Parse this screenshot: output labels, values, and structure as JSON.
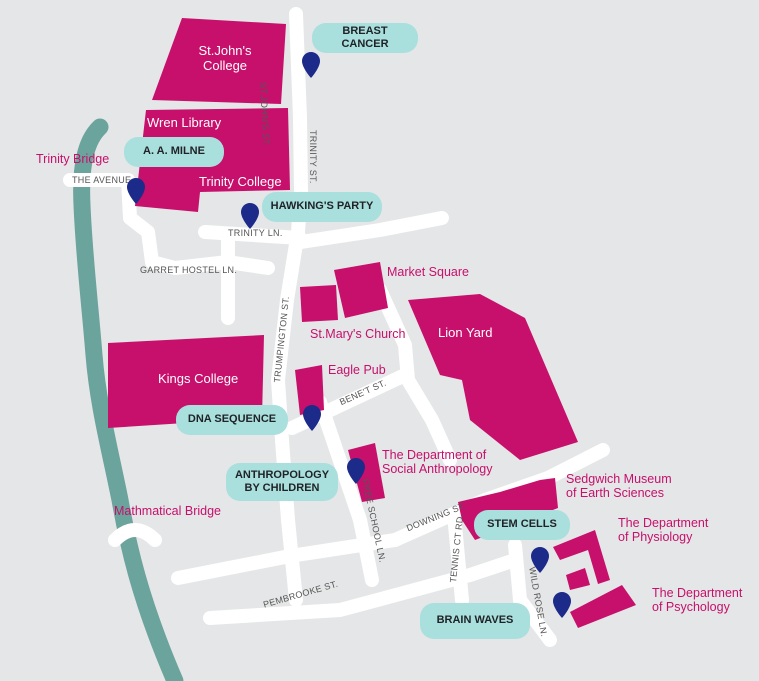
{
  "buildings": {
    "st_johns": "St.John's\nCollege",
    "wren_library": "Wren Library",
    "trinity_college": "Trinity College",
    "kings_college": "Kings College",
    "lion_yard": "Lion Yard"
  },
  "places": {
    "trinity_bridge": "Trinity Bridge",
    "market_square": "Market Square",
    "st_marys_church": "St.Mary's Church",
    "eagle_pub": "Eagle Pub",
    "social_anthropology": "The Department of\nSocial Anthropology",
    "sedgwick_museum": "Sedgwich Museum\nof Earth Sciences",
    "physiology": "The Department\nof Physiology",
    "psychology": "The Department\nof Psychology",
    "mathematical_bridge": "Mathmatical Bridge"
  },
  "streets": {
    "st_johns_st": "ST.JOHN'S ST.",
    "trinity_st": "TRINITY ST.",
    "the_avenue": "THE AVENUE",
    "trinity_ln": "TRINITY LN.",
    "garret_hostel_ln": "GARRET HOSTEL LN.",
    "trumpington_st": "TRUMPINGTON ST.",
    "benet_st": "BENE'T ST.",
    "free_school_ln": "FREE SCHOOL LN.",
    "downing_st": "DOWNING ST.",
    "tennis_ct_rd": "TENNIS CT RD.",
    "wild_rose_ln": "WILD ROSE LN.",
    "pembrooke_st": "PEMBROOKE ST."
  },
  "events": {
    "breast_cancer": "BREAST CANCER",
    "aa_milne": "A. A. MILNE",
    "hawkings_party": "HAWKING'S PARTY",
    "dna_sequence": "DNA SEQUENCE",
    "anthropology": "ANTHROPOLOGY\nBY CHILDREN",
    "stem_cells": "STEM CELLS",
    "brain_waves": "BRAIN WAVES"
  },
  "colors": {
    "background": "#e5e6e7",
    "building": "#c6106c",
    "road": "#ffffff",
    "river": "#6ba49c",
    "event_pill": "#a9dfdd",
    "pin": "#1c2a8a"
  },
  "icons": {
    "marker": "map-pin-icon"
  }
}
